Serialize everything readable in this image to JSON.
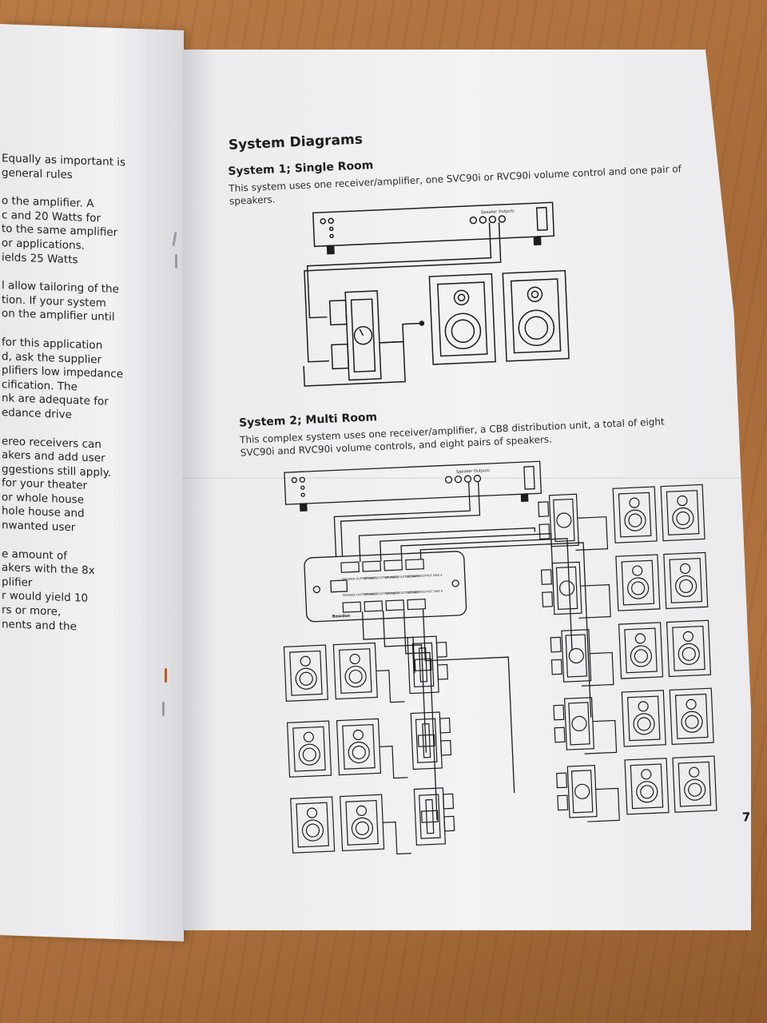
{
  "left_page": {
    "lines": [
      "Equally as important is",
      "general rules",
      "",
      "o the amplifier. A",
      "c and 20 Watts for",
      "to the same amplifier",
      "or applications.",
      "ields 25 Watts",
      "",
      "l allow tailoring of the",
      "tion. If your system",
      "on the amplifier until",
      "",
      "for this application",
      "d, ask the supplier",
      "plifiers low impedance",
      "cification. The",
      "nk are adequate for",
      "edance drive",
      "",
      "ereo receivers can",
      "akers and add user",
      "ggestions still apply.",
      "for your theater",
      "or whole house",
      "hole house and",
      "nwanted user",
      "",
      "e amount of",
      "akers with the 8x",
      "plifier",
      "r would yield 10",
      "rs or more,",
      "nents and the"
    ]
  },
  "right_page": {
    "title": "System Diagrams",
    "system1": {
      "heading": "System 1; Single Room",
      "description_line1": "This system uses one receiver/amplifier, one SVC90i or RVC90i volume control and one pair of",
      "description_line2": "speakers."
    },
    "system2": {
      "heading": "System 2; Multi Room",
      "description_line1": "This complex system uses one receiver/amplifier, a CB8 distribution unit, a total of eight",
      "description_line2": "SVC90i and RVC90i volume controls, and eight pairs of speakers."
    },
    "page_number": "7"
  },
  "diagram_labels": {
    "speaker_outputs": "Speaker Outputs",
    "speaker_output_pair_1": "SPEAKER OUTPUT PAIR 1",
    "speaker_output_pair_2": "SPEAKER OUTPUT PAIR 2",
    "speaker_output_pair_3": "SPEAKER OUTPUT PAIR 3",
    "speaker_output_pair_4": "SPEAKER OUTPUT PAIR 4",
    "speaker_output_pair_5": "SPEAKER OUTPUT PAIR 5",
    "speaker_output_pair_6": "SPEAKER OUTPUT PAIR 6",
    "speaker_output_pair_7": "SPEAKER OUTPUT PAIR 7",
    "speaker_output_pair_8": "SPEAKER OUTPUT PAIR 8",
    "brand": "Bowdon"
  },
  "colors": {
    "ink": "#1c1c1c",
    "paper": "#f1f1f3",
    "table_wood": "#a56a38"
  }
}
